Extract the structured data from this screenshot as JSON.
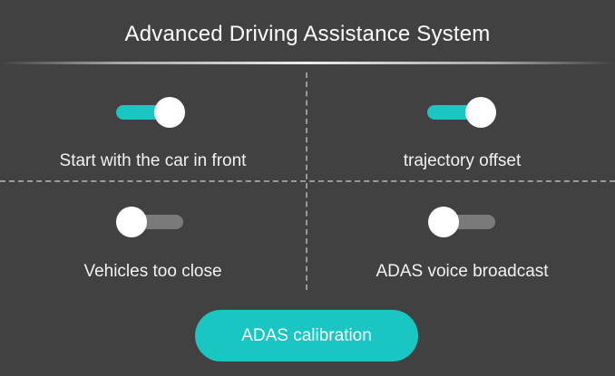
{
  "header": {
    "title": "Advanced Driving Assistance System"
  },
  "settings": [
    {
      "label": "Start with the car in front",
      "enabled": true
    },
    {
      "label": "trajectory offset",
      "enabled": true
    },
    {
      "label": "Vehicles too close",
      "enabled": false
    },
    {
      "label": "ADAS voice broadcast",
      "enabled": false
    }
  ],
  "calibration": {
    "label": "ADAS calibration"
  },
  "colors": {
    "background": "#414141",
    "accent": "#19c6c1",
    "toggle_off_track": "#7a7a7a",
    "text": "#ffffff"
  }
}
